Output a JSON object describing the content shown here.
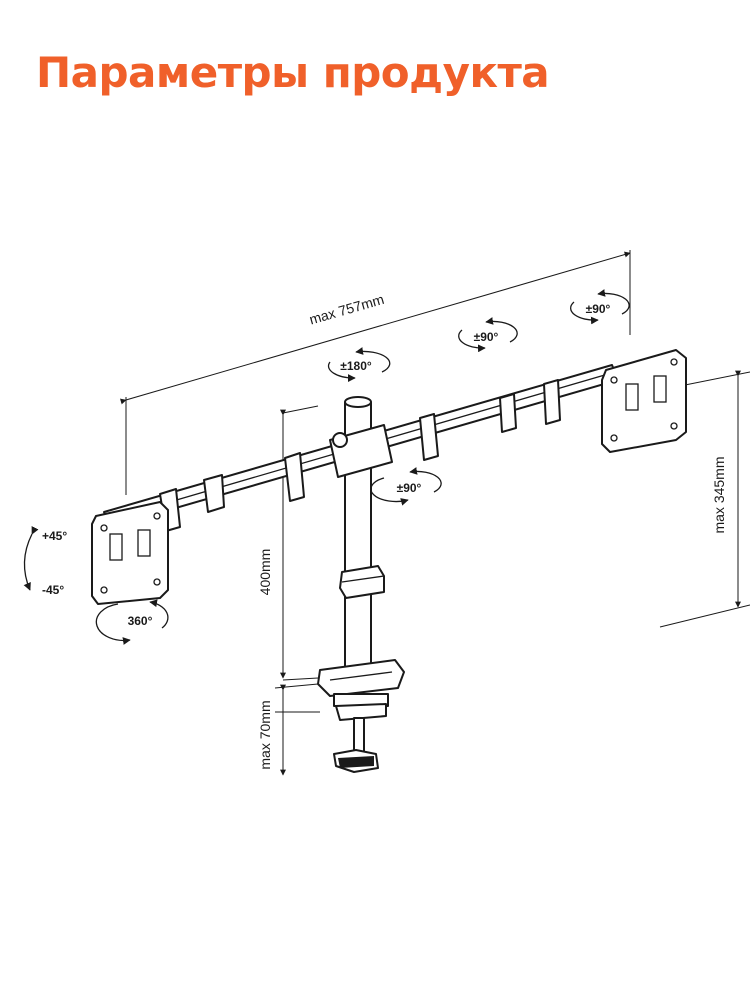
{
  "title": "Параметры продукта",
  "colors": {
    "title": "#f0602a",
    "line": "#1a1a1a"
  },
  "dimensions": {
    "width": "max 757mm",
    "pole": "400mm",
    "clamp": "max 70mm",
    "height": "max 345mm"
  },
  "rotations": {
    "center_arm": "±180°",
    "mid_arm": "±90°",
    "right_arm": "±90°",
    "lower_arm": "±90°",
    "tilt_up": "+45°",
    "tilt_down": "-45°",
    "plate_rotation": "360°"
  }
}
